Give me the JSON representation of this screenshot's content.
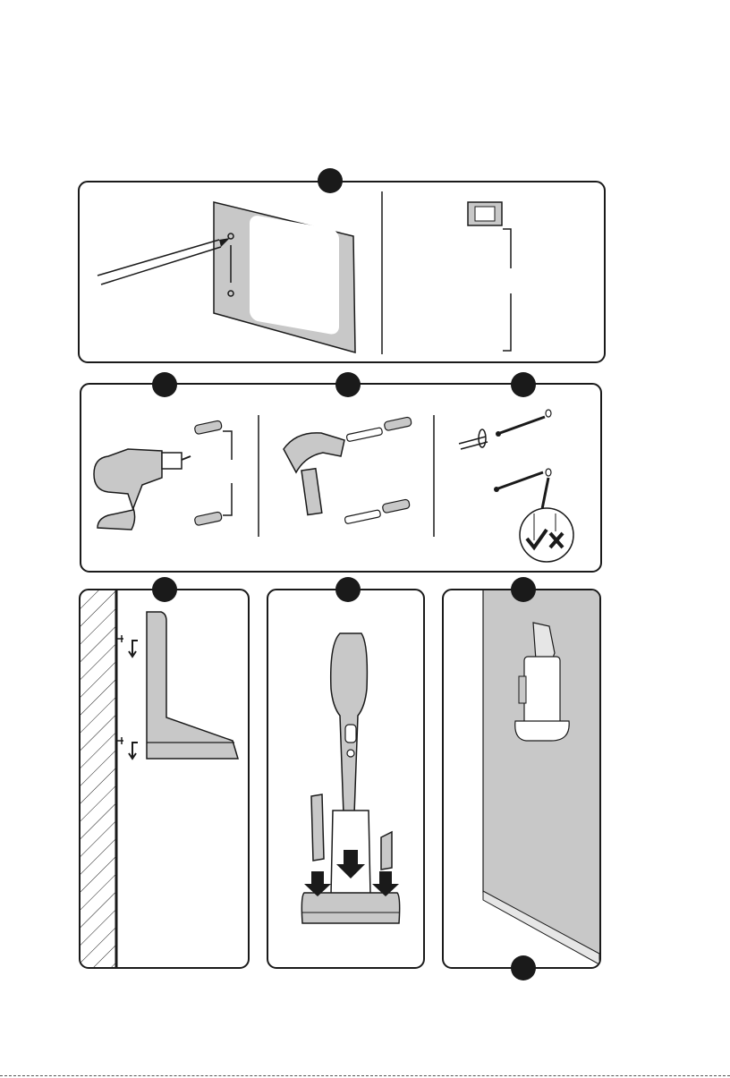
{
  "colors": {
    "ink": "#1a1a1a",
    "fill_grey": "#c8c8c8",
    "fill_light": "#e6e6e6",
    "paper": "#ffffff"
  },
  "steps": [
    {
      "id": "step-template",
      "label": ""
    },
    {
      "id": "step-drill",
      "label": ""
    },
    {
      "id": "step-plugs",
      "label": ""
    },
    {
      "id": "step-screws",
      "label": ""
    },
    {
      "id": "step-hang",
      "label": ""
    },
    {
      "id": "step-insert",
      "label": ""
    },
    {
      "id": "step-mounted",
      "label": ""
    },
    {
      "id": "step-bottom",
      "label": ""
    }
  ],
  "icons": {
    "template": "wall-template-pencil-illustration",
    "spacing": "hole-spacing-diagram",
    "drill": "power-drill-icon",
    "hammer": "hammer-icon",
    "screwdriver": "screwdriver-icon",
    "check": "check-icon",
    "cross": "cross-icon",
    "arrow": "down-arrow-icon"
  }
}
